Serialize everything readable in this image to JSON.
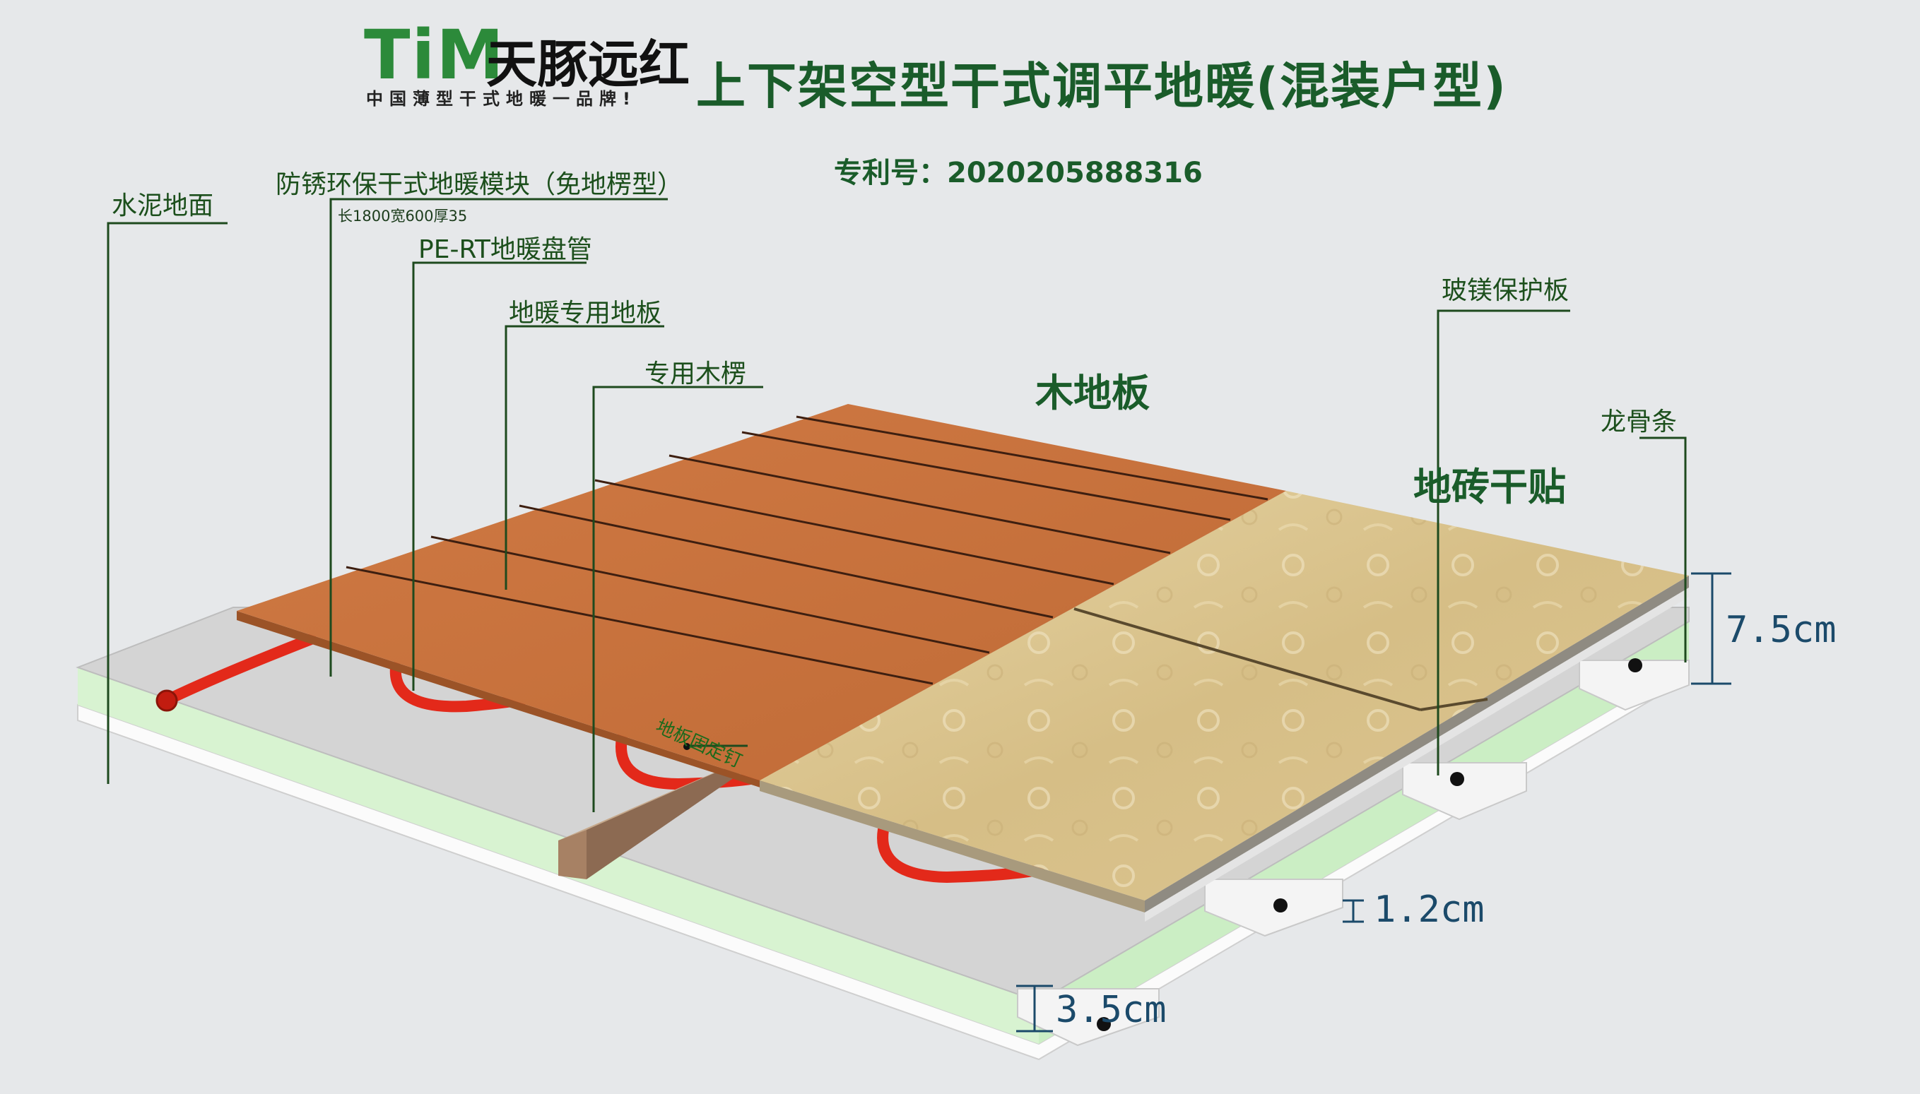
{
  "logo": {
    "wordmark": "TiM",
    "brand_cn": "天豚远红",
    "slogan": "中国薄型干式地暖一品牌!"
  },
  "title": "上下架空型干式调平地暖(混装户型)",
  "patent": "专利号：2020205888316",
  "labels": {
    "cement_floor": "水泥地面",
    "module": "防锈环保干式地暖模块（免地楞型）",
    "module_size": "长1800宽600厚35",
    "pert_pipe": "PE-RT地暖盘管",
    "heating_floor": "地暖专用地板",
    "wood_joist": "专用木楞",
    "floor_nail": "地板固定钉",
    "wood_floor": "木地板",
    "tile_dry": "地砖干贴",
    "mgo_board": "玻镁保护板",
    "keel_strip": "龙骨条"
  },
  "dimensions": {
    "total_height": "7.5cm",
    "board": "1.2cm",
    "module": "3.5cm"
  },
  "colors": {
    "background": "#e6e8ea",
    "wood": "#c8733f",
    "tile": "#d8c08a",
    "foam": "#d7f4d0",
    "pipe": "#e02a1a",
    "label_line": "#1e4a1e",
    "dimension": "#1b4a6a"
  }
}
